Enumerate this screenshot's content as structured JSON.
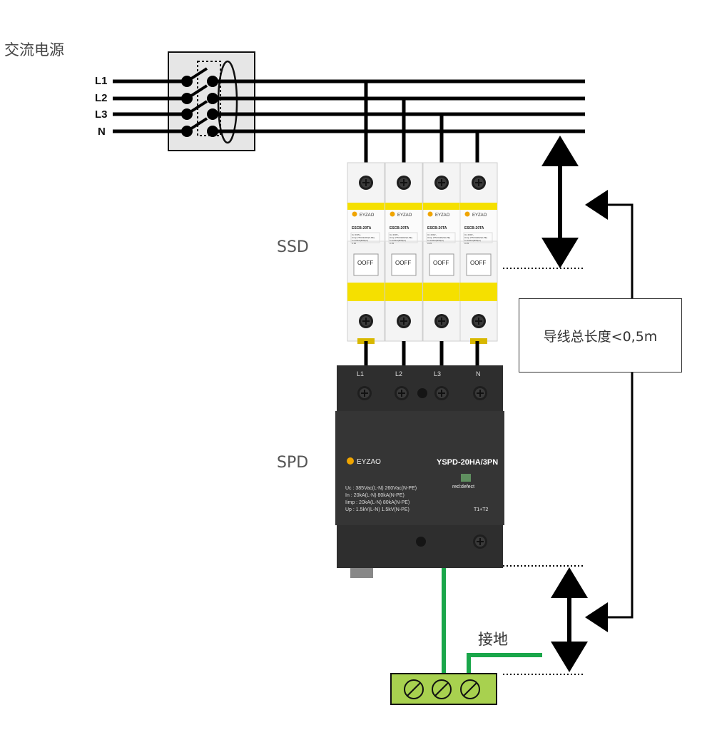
{
  "source": {
    "title": "交流电源",
    "lines": [
      "L1",
      "L2",
      "L3",
      "N"
    ]
  },
  "ssd": {
    "label": "SSD",
    "module": {
      "brand": "EYZAO",
      "model": "ESCB-20TA",
      "switch_text": "O OFF",
      "specs": [
        "Uc   230V~",
        "Uimp 275V/240V(N-PE)",
        "In   270kA(8/20μs)",
        "Ir   35"
      ]
    }
  },
  "spd": {
    "label": "SPD",
    "brand": "EYZAO",
    "model": "YSPD-20HA/3PN",
    "indicator": "red:defect",
    "type_badge": "T1+T2",
    "terminals": [
      "L1",
      "L2",
      "L3",
      "N"
    ],
    "specs": [
      "Uc    : 385Vac(L-N) 260Vac(N-PE)",
      "In     : 20kA(L-N) 80kA(N-PE)",
      "Iimp  : 20kA(L-N) 80kA(N-PE)",
      "Up    : 1.5kV(L-N) 1.5kV(N-PE)"
    ]
  },
  "length_note": "导线总长度<0,5m",
  "ground_label": "接地",
  "colors": {
    "wire": "#000000",
    "ground_wire": "#1aa64a",
    "breaker_yellow": "#f5e000",
    "spd_body": "#3a3a3a",
    "terminal_block": "#a8d14f"
  }
}
